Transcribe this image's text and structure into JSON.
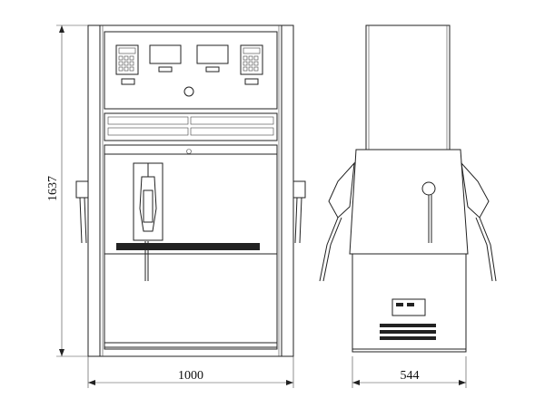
{
  "dimensions": {
    "height_label": "1637",
    "front_width_label": "1000",
    "side_width_label": "544"
  }
}
